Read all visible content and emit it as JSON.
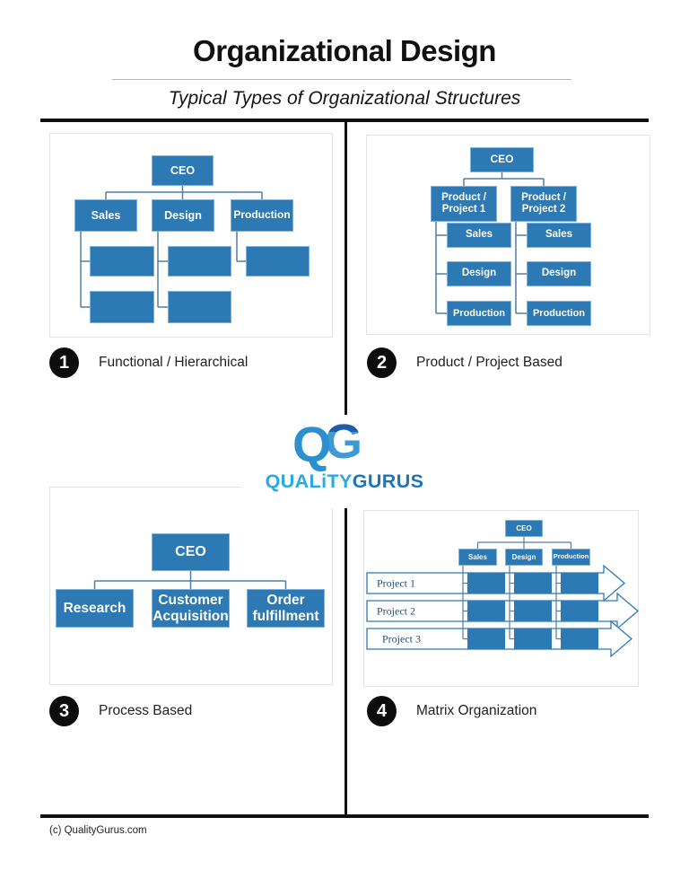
{
  "header": {
    "title": "Organizational Design",
    "subtitle": "Typical Types of Organizational Structures"
  },
  "quadrants": [
    {
      "badge": "1",
      "caption": "Functional / Hierarchical",
      "ceo": "CEO",
      "departments": [
        "Sales",
        "Design",
        "Production"
      ]
    },
    {
      "badge": "2",
      "caption": "Product / Project Based",
      "ceo": "CEO",
      "products": [
        "Product / Project 1",
        "Product / Project 2"
      ],
      "functions": [
        "Sales",
        "Design",
        "Production"
      ]
    },
    {
      "badge": "3",
      "caption": "Process Based",
      "ceo": "CEO",
      "processes": [
        "Research",
        "Customer Acquisition",
        "Order fulfillment"
      ]
    },
    {
      "badge": "4",
      "caption": "Matrix Organization",
      "ceo": "CEO",
      "departments": [
        "Sales",
        "Design",
        "Production"
      ],
      "projects": [
        "Project 1",
        "Project 2",
        "Project 3"
      ]
    }
  ],
  "logo": {
    "monogram_q": "Q",
    "monogram_g": "G",
    "word_light": "QUALiTY",
    "word_dark": "GURUS"
  },
  "footer": {
    "copyright": "(c) QualityGurus.com"
  },
  "colors": {
    "box_blue": "#2D79B4",
    "connector_blue": "#4F7FA6",
    "arrow_outline": "#2E79B8",
    "matrix_label_blue": "#1F4E79",
    "logo_azure": "#2B8FD0",
    "logo_light_blue": "#29A9E0",
    "logo_dark_blue": "#1B75BC",
    "badge_black": "#0D0D0D"
  }
}
